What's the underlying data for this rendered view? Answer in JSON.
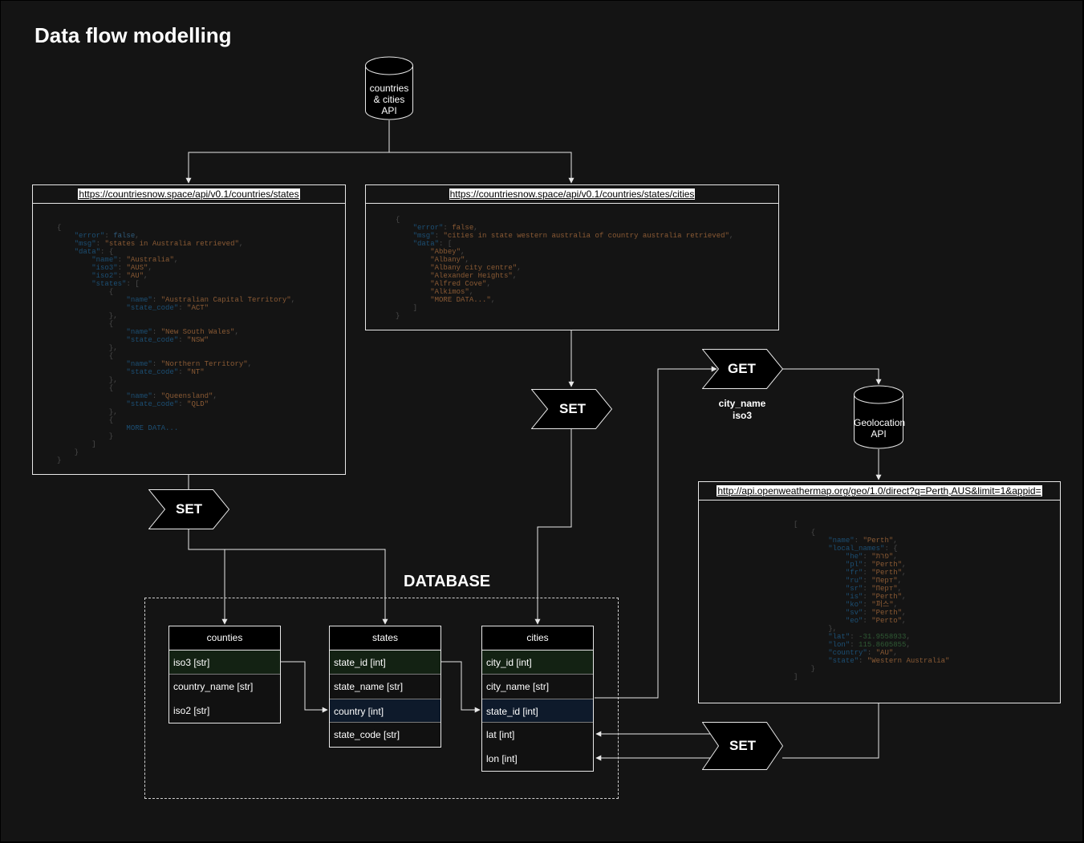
{
  "title": "Data flow modelling",
  "sources": {
    "countries_api": "countries\n& cities\nAPI",
    "geo_api": "Geolocation\nAPI"
  },
  "panels": {
    "states": {
      "url": "https://countriesnow.space/api/v0.1/countries/states",
      "code": [
        [
          [
            "p",
            "{"
          ]
        ],
        [
          [
            "p",
            "    "
          ],
          [
            "k",
            "\"error\""
          ],
          [
            "p",
            ": "
          ],
          [
            "b",
            "false"
          ],
          [
            "p",
            ","
          ]
        ],
        [
          [
            "p",
            "    "
          ],
          [
            "k",
            "\"msg\""
          ],
          [
            "p",
            ": "
          ],
          [
            "s",
            "\"states in Australia retrieved\""
          ],
          [
            "p",
            ","
          ]
        ],
        [
          [
            "p",
            "    "
          ],
          [
            "k",
            "\"data\""
          ],
          [
            "p",
            ": {"
          ]
        ],
        [
          [
            "p",
            "        "
          ],
          [
            "k",
            "\"name\""
          ],
          [
            "p",
            ": "
          ],
          [
            "s",
            "\"Australia\""
          ],
          [
            "p",
            ","
          ]
        ],
        [
          [
            "p",
            "        "
          ],
          [
            "k",
            "\"iso3\""
          ],
          [
            "p",
            ": "
          ],
          [
            "s",
            "\"AUS\""
          ],
          [
            "p",
            ","
          ]
        ],
        [
          [
            "p",
            "        "
          ],
          [
            "k",
            "\"iso2\""
          ],
          [
            "p",
            ": "
          ],
          [
            "s",
            "\"AU\""
          ],
          [
            "p",
            ","
          ]
        ],
        [
          [
            "p",
            "        "
          ],
          [
            "k",
            "\"states\""
          ],
          [
            "p",
            ": ["
          ]
        ],
        [
          [
            "p",
            "            {"
          ]
        ],
        [
          [
            "p",
            "                "
          ],
          [
            "k",
            "\"name\""
          ],
          [
            "p",
            ": "
          ],
          [
            "s",
            "\"Australian Capital Territory\""
          ],
          [
            "p",
            ","
          ]
        ],
        [
          [
            "p",
            "                "
          ],
          [
            "k",
            "\"state_code\""
          ],
          [
            "p",
            ": "
          ],
          [
            "s",
            "\"ACT\""
          ]
        ],
        [
          [
            "p",
            "            },"
          ]
        ],
        [
          [
            "p",
            "            {"
          ]
        ],
        [
          [
            "p",
            "                "
          ],
          [
            "k",
            "\"name\""
          ],
          [
            "p",
            ": "
          ],
          [
            "s",
            "\"New South Wales\""
          ],
          [
            "p",
            ","
          ]
        ],
        [
          [
            "p",
            "                "
          ],
          [
            "k",
            "\"state_code\""
          ],
          [
            "p",
            ": "
          ],
          [
            "s",
            "\"NSW\""
          ]
        ],
        [
          [
            "p",
            "            },"
          ]
        ],
        [
          [
            "p",
            "            {"
          ]
        ],
        [
          [
            "p",
            "                "
          ],
          [
            "k",
            "\"name\""
          ],
          [
            "p",
            ": "
          ],
          [
            "s",
            "\"Northern Territory\""
          ],
          [
            "p",
            ","
          ]
        ],
        [
          [
            "p",
            "                "
          ],
          [
            "k",
            "\"state_code\""
          ],
          [
            "p",
            ": "
          ],
          [
            "s",
            "\"NT\""
          ]
        ],
        [
          [
            "p",
            "            },"
          ]
        ],
        [
          [
            "p",
            "            {"
          ]
        ],
        [
          [
            "p",
            "                "
          ],
          [
            "k",
            "\"name\""
          ],
          [
            "p",
            ": "
          ],
          [
            "s",
            "\"Queensland\""
          ],
          [
            "p",
            ","
          ]
        ],
        [
          [
            "p",
            "                "
          ],
          [
            "k",
            "\"state_code\""
          ],
          [
            "p",
            ": "
          ],
          [
            "s",
            "\"QLD\""
          ]
        ],
        [
          [
            "p",
            "            },"
          ]
        ],
        [
          [
            "p",
            "            {"
          ]
        ],
        [
          [
            "p",
            "                "
          ],
          [
            "k",
            "MORE DATA..."
          ]
        ],
        [
          [
            "p",
            "            }"
          ]
        ],
        [
          [
            "p",
            "        ]"
          ]
        ],
        [
          [
            "p",
            "    }"
          ]
        ],
        [
          [
            "p",
            "}"
          ]
        ]
      ]
    },
    "cities": {
      "url": "https://countriesnow.space/api/v0.1/countries/states/cities",
      "code": [
        [
          [
            "p",
            "{"
          ]
        ],
        [
          [
            "p",
            "    "
          ],
          [
            "k",
            "\"error\""
          ],
          [
            "p",
            ": "
          ],
          [
            "s",
            "false"
          ],
          [
            "p",
            ","
          ]
        ],
        [
          [
            "p",
            "    "
          ],
          [
            "k",
            "\"msg\""
          ],
          [
            "p",
            ": "
          ],
          [
            "s",
            "\"cities in state western australia of country australia retrieved\""
          ],
          [
            "p",
            ","
          ]
        ],
        [
          [
            "p",
            "    "
          ],
          [
            "k",
            "\"data\""
          ],
          [
            "p",
            ": ["
          ]
        ],
        [
          [
            "p",
            "        "
          ],
          [
            "s",
            "\"Abbey\""
          ],
          [
            "p",
            ","
          ]
        ],
        [
          [
            "p",
            "        "
          ],
          [
            "s",
            "\"Albany\""
          ],
          [
            "p",
            ","
          ]
        ],
        [
          [
            "p",
            "        "
          ],
          [
            "s",
            "\"Albany city centre\""
          ],
          [
            "p",
            ","
          ]
        ],
        [
          [
            "p",
            "        "
          ],
          [
            "s",
            "\"Alexander Heights\""
          ],
          [
            "p",
            ","
          ]
        ],
        [
          [
            "p",
            "        "
          ],
          [
            "s",
            "\"Alfred Cove\""
          ],
          [
            "p",
            ","
          ]
        ],
        [
          [
            "p",
            "        "
          ],
          [
            "s",
            "\"Alkimos\""
          ],
          [
            "p",
            ","
          ]
        ],
        [
          [
            "p",
            "        "
          ],
          [
            "s",
            "\"MORE DATA...\""
          ],
          [
            "p",
            ","
          ]
        ],
        [
          [
            "p",
            "    ]"
          ]
        ],
        [
          [
            "p",
            "}"
          ]
        ]
      ]
    },
    "geo": {
      "url": "http://api.openweathermap.org/geo/1.0/direct?q=Perth,AUS&limit=1&appid=",
      "code": [
        [
          [
            "p",
            "["
          ]
        ],
        [
          [
            "p",
            "    {"
          ]
        ],
        [
          [
            "p",
            "        "
          ],
          [
            "k",
            "\"name\""
          ],
          [
            "p",
            ": "
          ],
          [
            "s",
            "\"Perth\""
          ],
          [
            "p",
            ","
          ]
        ],
        [
          [
            "p",
            "        "
          ],
          [
            "k",
            "\"local_names\""
          ],
          [
            "p",
            ": {"
          ]
        ],
        [
          [
            "p",
            "            "
          ],
          [
            "k",
            "\"he\""
          ],
          [
            "p",
            ": "
          ],
          [
            "s",
            "\"פרת\""
          ],
          [
            "p",
            ","
          ]
        ],
        [
          [
            "p",
            "            "
          ],
          [
            "k",
            "\"pl\""
          ],
          [
            "p",
            ": "
          ],
          [
            "s",
            "\"Perth\""
          ],
          [
            "p",
            ","
          ]
        ],
        [
          [
            "p",
            "            "
          ],
          [
            "k",
            "\"fr\""
          ],
          [
            "p",
            ": "
          ],
          [
            "s",
            "\"Perth\""
          ],
          [
            "p",
            ","
          ]
        ],
        [
          [
            "p",
            "            "
          ],
          [
            "k",
            "\"ru\""
          ],
          [
            "p",
            ": "
          ],
          [
            "s",
            "\"Перт\""
          ],
          [
            "p",
            ","
          ]
        ],
        [
          [
            "p",
            "            "
          ],
          [
            "k",
            "\"sr\""
          ],
          [
            "p",
            ": "
          ],
          [
            "s",
            "\"Перт\""
          ],
          [
            "p",
            ","
          ]
        ],
        [
          [
            "p",
            "            "
          ],
          [
            "k",
            "\"is\""
          ],
          [
            "p",
            ": "
          ],
          [
            "s",
            "\"Perth\""
          ],
          [
            "p",
            ","
          ]
        ],
        [
          [
            "p",
            "            "
          ],
          [
            "k",
            "\"ko\""
          ],
          [
            "p",
            ": "
          ],
          [
            "s",
            "\"퍼스\""
          ],
          [
            "p",
            ","
          ]
        ],
        [
          [
            "p",
            "            "
          ],
          [
            "k",
            "\"sv\""
          ],
          [
            "p",
            ": "
          ],
          [
            "s",
            "\"Perth\""
          ],
          [
            "p",
            ","
          ]
        ],
        [
          [
            "p",
            "            "
          ],
          [
            "k",
            "\"eo\""
          ],
          [
            "p",
            ": "
          ],
          [
            "s",
            "\"Perto\""
          ],
          [
            "p",
            ","
          ]
        ],
        [
          [
            "p",
            "        },"
          ]
        ],
        [
          [
            "p",
            "        "
          ],
          [
            "k",
            "\"lat\""
          ],
          [
            "p",
            ": "
          ],
          [
            "n",
            "-31.9558933"
          ],
          [
            "p",
            ","
          ]
        ],
        [
          [
            "p",
            "        "
          ],
          [
            "k",
            "\"lon\""
          ],
          [
            "p",
            ": "
          ],
          [
            "n",
            "115.8605855"
          ],
          [
            "p",
            ","
          ]
        ],
        [
          [
            "p",
            "        "
          ],
          [
            "k",
            "\"country\""
          ],
          [
            "p",
            ": "
          ],
          [
            "s",
            "\"AU\""
          ],
          [
            "p",
            ","
          ]
        ],
        [
          [
            "p",
            "        "
          ],
          [
            "k",
            "\"state\""
          ],
          [
            "p",
            ": "
          ],
          [
            "s",
            "\"Western Australia\""
          ]
        ],
        [
          [
            "p",
            "    }"
          ]
        ],
        [
          [
            "p",
            "]"
          ]
        ]
      ]
    }
  },
  "steps": {
    "set": "SET",
    "get": "GET",
    "get_params": "city_name\niso3"
  },
  "database": {
    "title": "DATABASE",
    "counties": {
      "name": "counties",
      "fields": [
        "iso3 [str]",
        "country_name [str]",
        "iso2 [str]"
      ]
    },
    "states": {
      "name": "states",
      "fields": [
        "state_id [int]",
        "state_name [str]",
        "country [int]",
        "state_code [str]"
      ]
    },
    "cities": {
      "name": "cities",
      "fields": [
        "city_id [int]",
        "city_name [str]",
        "state_id [int]",
        "lat [int]",
        "lon [int]"
      ]
    }
  },
  "colors": {
    "background": "#141414",
    "line": "#e8e8e8",
    "primary_key_row": "#132213",
    "foreign_key_row": "#0e1a2b",
    "json_key": "#1c4f74",
    "json_string": "#8a5a34"
  }
}
